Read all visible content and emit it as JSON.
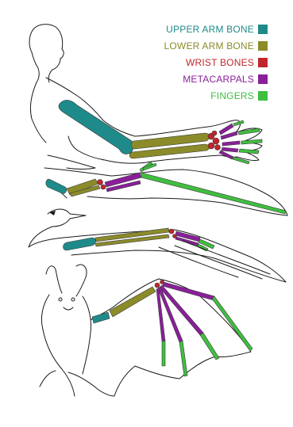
{
  "legend": {
    "items": [
      {
        "label": "UPPER ARM BONE",
        "color": "#1f8a8a"
      },
      {
        "label": "LOWER ARM BONE",
        "color": "#8b8b2a"
      },
      {
        "label": "WRIST BONES",
        "color": "#c0262c"
      },
      {
        "label": "METACARPALS",
        "color": "#8a1f9a"
      },
      {
        "label": "FINGERS",
        "color": "#3fbf3f"
      }
    ]
  },
  "colors": {
    "upper_arm": "#1f8a8a",
    "lower_arm": "#8b8b2a",
    "wrist": "#c0262c",
    "metacarpals": "#8a1f9a",
    "fingers": "#3fbf3f"
  }
}
